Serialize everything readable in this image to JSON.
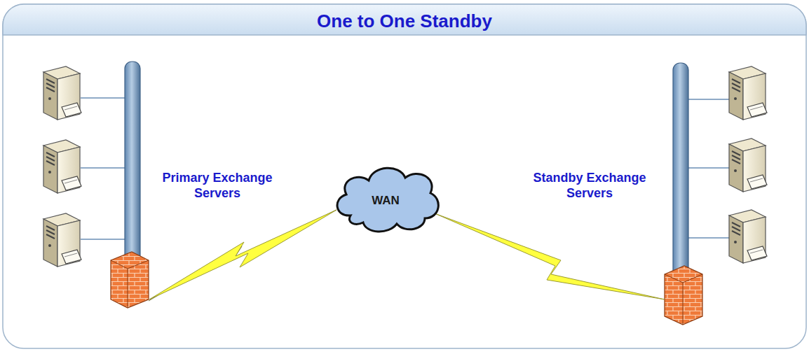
{
  "diagram": {
    "title": "One to One Standby",
    "nodes": [
      {
        "text": [
          "WAN"
        ]
      }
    ],
    "labels": [
      "Primary Exchange Servers",
      "Standby Exchange Servers"
    ]
  }
}
